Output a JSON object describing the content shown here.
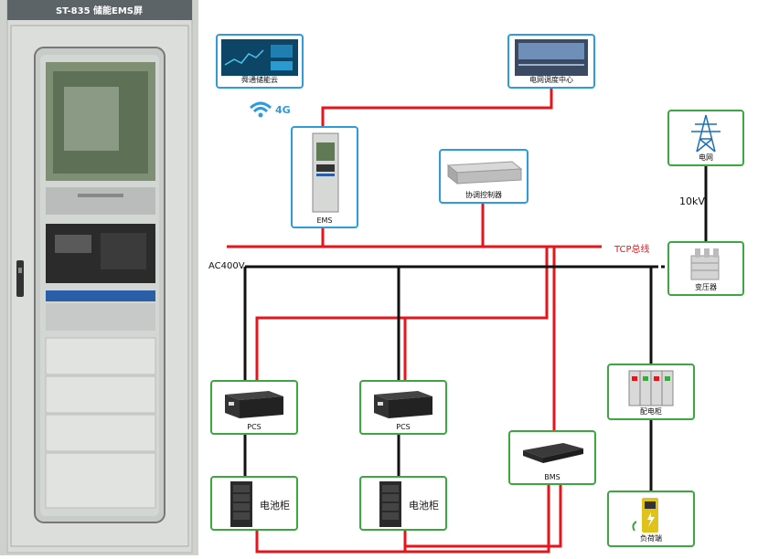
{
  "cabinet": {
    "title": "ST-835 储能EMS屏"
  },
  "nodes": {
    "cloud": "舜通储能云",
    "dispatch": "电网调度中心",
    "ems": "EMS",
    "coordinator": "协调控制器",
    "grid": "电网",
    "transformer": "变压器",
    "pcs1": "PCS",
    "pcs2": "PCS",
    "battery1": "电池柜",
    "battery2": "电池柜",
    "bms": "BMS",
    "switchgear": "配电柜",
    "load": "负荷端"
  },
  "labels": {
    "wireless": "4G",
    "voltage_hv": "10kV",
    "tcp_bus": "TCP总线",
    "ac_bus": "AC400V"
  },
  "colors": {
    "tcp_line": "#e8141b",
    "ac_line": "#111111",
    "box_blue": "#2e9bdc",
    "box_green": "#3aa83f"
  }
}
